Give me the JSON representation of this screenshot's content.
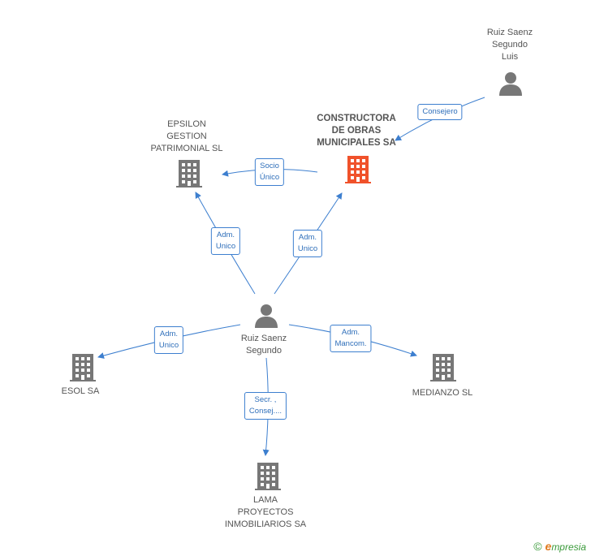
{
  "colors": {
    "edge": "#3d7fcf",
    "node_gray": "#777777",
    "node_focus": "#f0522b",
    "label_text": "#555555",
    "brand_green": "#3a9a3a",
    "brand_orange": "#e07a1f"
  },
  "nodes": {
    "ruiz_luis": {
      "label_lines": [
        "Ruiz Saenz",
        "Segundo",
        "Luis"
      ],
      "icon": "person-icon"
    },
    "constructora": {
      "label_lines": [
        "CONSTRUCTORA",
        "DE OBRAS",
        "MUNICIPALES SA"
      ],
      "icon": "building-icon"
    },
    "epsilon": {
      "label_lines": [
        "EPSILON",
        "GESTION",
        "PATRIMONIAL SL"
      ],
      "icon": "building-icon"
    },
    "ruiz": {
      "label_lines": [
        "Ruiz Saenz",
        "Segundo"
      ],
      "icon": "person-icon"
    },
    "esol": {
      "label_lines": [
        "ESOL SA"
      ],
      "icon": "building-icon"
    },
    "medianzo": {
      "label_lines": [
        "MEDIANZO SL"
      ],
      "icon": "building-icon"
    },
    "lama": {
      "label_lines": [
        "LAMA",
        "PROYECTOS",
        "INMOBILIARIOS SA"
      ],
      "icon": "building-icon"
    }
  },
  "relations": {
    "consejero": {
      "lines": [
        "Consejero"
      ]
    },
    "socio_unico": {
      "lines": [
        "Socio",
        "Único"
      ]
    },
    "adm_unico_epsilon": {
      "lines": [
        "Adm.",
        "Unico"
      ]
    },
    "adm_unico_constructora": {
      "lines": [
        "Adm.",
        "Unico"
      ]
    },
    "adm_unico_esol": {
      "lines": [
        "Adm.",
        "Unico"
      ]
    },
    "adm_mancom": {
      "lines": [
        "Adm.",
        "Mancom."
      ]
    },
    "secr_consej": {
      "lines": [
        "Secr. ,",
        "Consej...."
      ]
    }
  },
  "footer": {
    "copyright": "©",
    "brand_initial": "e",
    "brand_rest": "mpresia"
  }
}
